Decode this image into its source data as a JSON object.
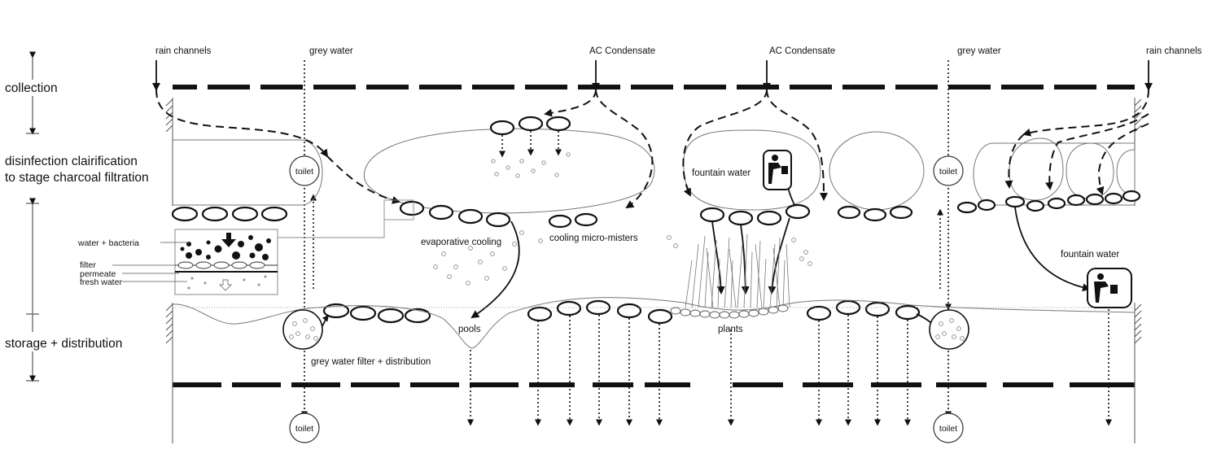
{
  "stages": {
    "collection": "collection",
    "disinfection_line1": "disinfection clairification",
    "disinfection_line2": "to stage charcoal filtration",
    "storage": "storage + distribution"
  },
  "inputs": {
    "rain_left": "rain channels",
    "grey_left": "grey water",
    "ac_left": "AC Condensate",
    "ac_right": "AC Condensate",
    "grey_right": "grey water",
    "rain_right": "rain channels"
  },
  "labels": {
    "toilet": "toilet",
    "fountain_water": "fountain water",
    "evaporative_cooling": "evaporative cooling",
    "cooling_micro_misters": "cooling micro-misters",
    "pools": "pools",
    "plants": "plants",
    "grey_water_filter": "grey water filter + distribution"
  },
  "filter_legend": {
    "water_bacteria": "water + bacteria",
    "filter": "filter",
    "permeate": "permeate",
    "fresh_water": "fresh water"
  },
  "icons": [
    "drinking-fountain-icon",
    "toilet-icon",
    "filter-membrane-icon"
  ]
}
